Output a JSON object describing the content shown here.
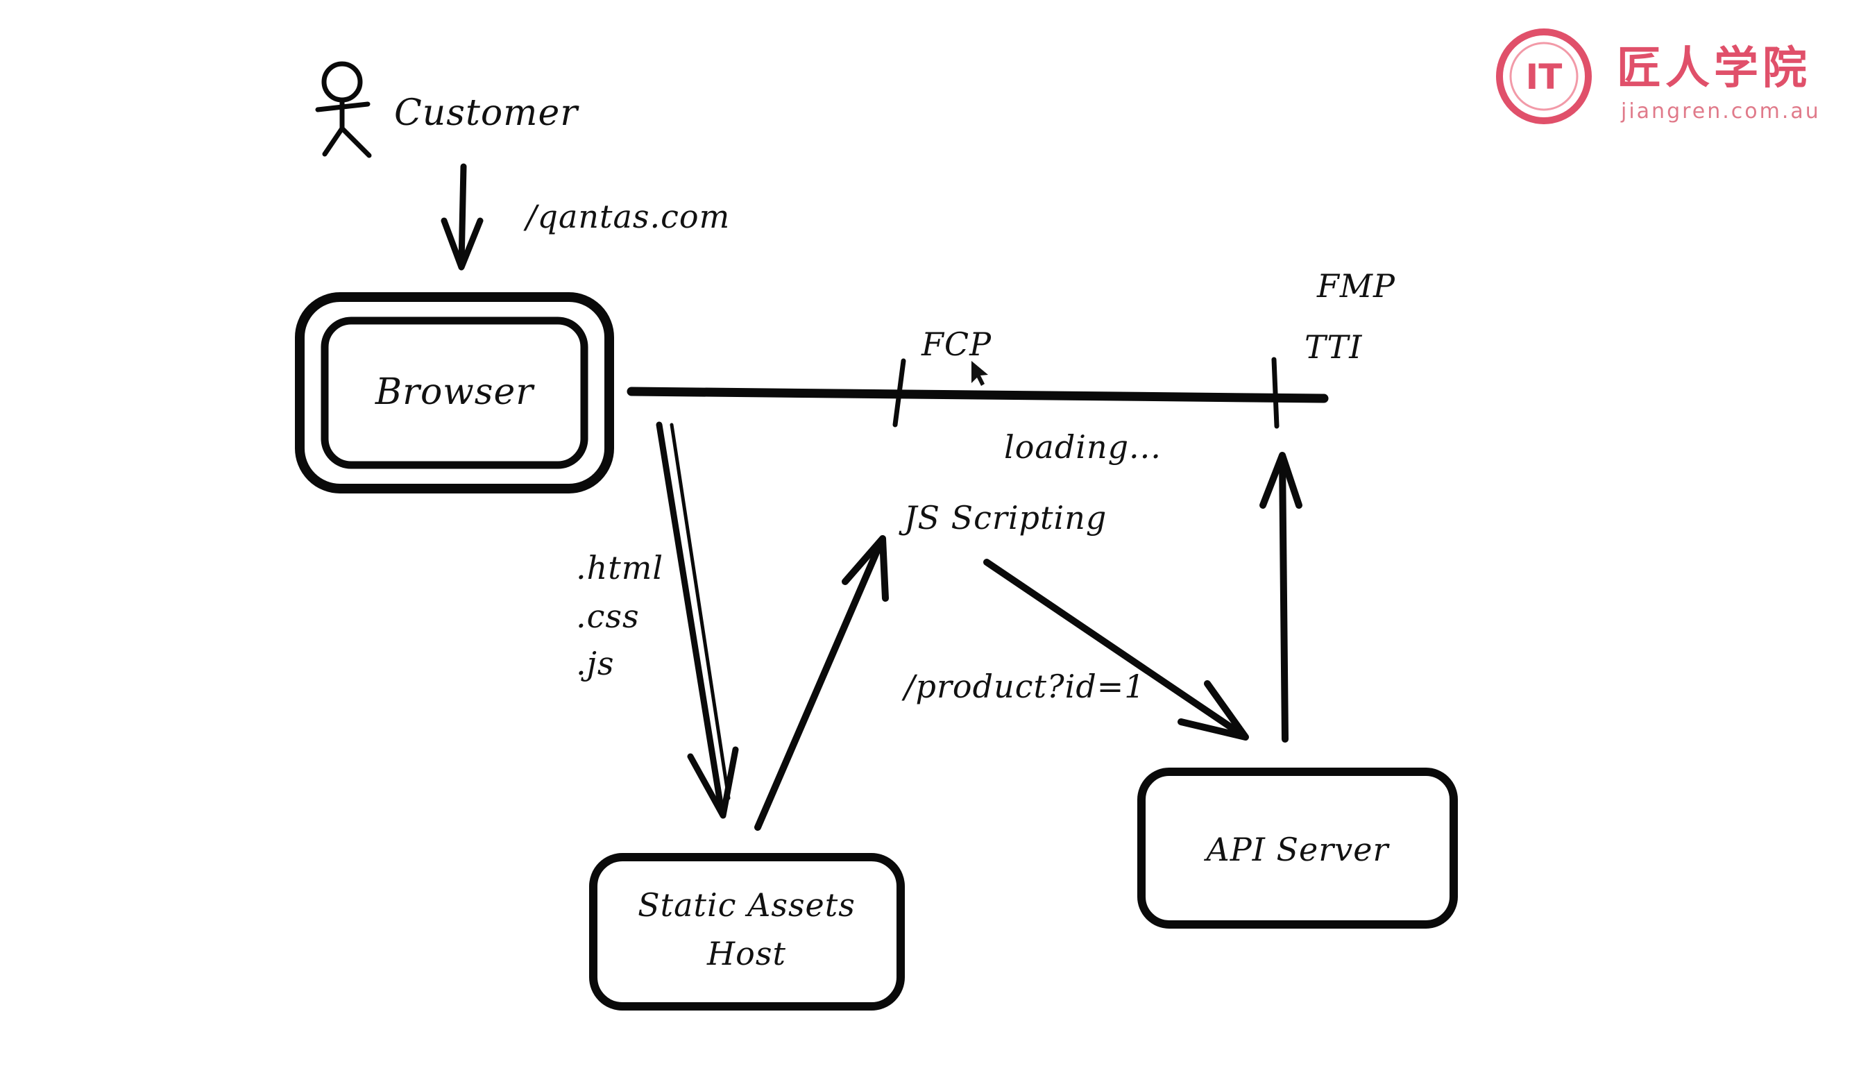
{
  "logo": {
    "mark": "IT",
    "name": "匠人学院",
    "url": "jiangren.com.au",
    "color": "#e0506a"
  },
  "diagram": {
    "customer_label": "Customer",
    "url_label": "/qantas.com",
    "browser_label": "Browser",
    "assets_label": ".html",
    "assets_label_2": ".css",
    "assets_label_3": ".js",
    "static_host_line1": "Static Assets",
    "static_host_line2": "Host",
    "fcp_label": "FCP",
    "fmp_label": "FMP",
    "tti_label": "TTI",
    "loading_label": "loading...",
    "js_label": "JS Scripting",
    "api_path_label": "/product?id=1",
    "api_server_label": "API Server"
  }
}
